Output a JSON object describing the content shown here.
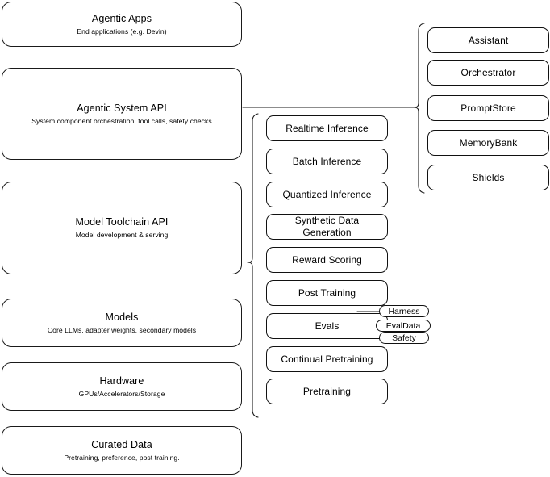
{
  "diagram": {
    "title": "AI Stack Layers Architecture Diagram",
    "stroke_color": "#1a1a1a",
    "background_color": "#ffffff",
    "layers": [
      {
        "id": "agentic-apps",
        "title": "Agentic Apps",
        "subtitle": "End applications (e.g. Devin)"
      },
      {
        "id": "agentic-system-api",
        "title": "Agentic System API",
        "subtitle": "System component orchestration, tool calls, safety checks"
      },
      {
        "id": "model-toolchain-api",
        "title": "Model Toolchain API",
        "subtitle": "Model development & serving"
      },
      {
        "id": "models",
        "title": "Models",
        "subtitle": "Core LLMs, adapter weights, secondary models"
      },
      {
        "id": "hardware",
        "title": "Hardware",
        "subtitle": "GPUs/Accelerators/Storage"
      },
      {
        "id": "curated-data",
        "title": "Curated Data",
        "subtitle": "Pretraining, preference, post training."
      }
    ],
    "toolchain_components": [
      {
        "id": "realtime-inference",
        "label": "Realtime Inference"
      },
      {
        "id": "batch-inference",
        "label": "Batch Inference"
      },
      {
        "id": "quantized-inference",
        "label": "Quantized Inference"
      },
      {
        "id": "synthetic-data-generation",
        "label": "Synthetic Data Generation"
      },
      {
        "id": "reward-scoring",
        "label": "Reward Scoring"
      },
      {
        "id": "post-training",
        "label": "Post Training"
      },
      {
        "id": "evals",
        "label": "Evals"
      },
      {
        "id": "continual-pretraining",
        "label": "Continual Pretraining"
      },
      {
        "id": "pretraining",
        "label": "Pretraining"
      }
    ],
    "system_components": [
      {
        "id": "assistant",
        "label": "Assistant"
      },
      {
        "id": "orchestrator",
        "label": "Orchestrator"
      },
      {
        "id": "promptstore",
        "label": "PromptStore"
      },
      {
        "id": "memorybank",
        "label": "MemoryBank"
      },
      {
        "id": "shields",
        "label": "Shields"
      }
    ],
    "eval_badges": [
      {
        "id": "harness",
        "label": "Harness"
      },
      {
        "id": "evaldata",
        "label": "EvalData"
      },
      {
        "id": "safety",
        "label": "Safety"
      }
    ]
  }
}
